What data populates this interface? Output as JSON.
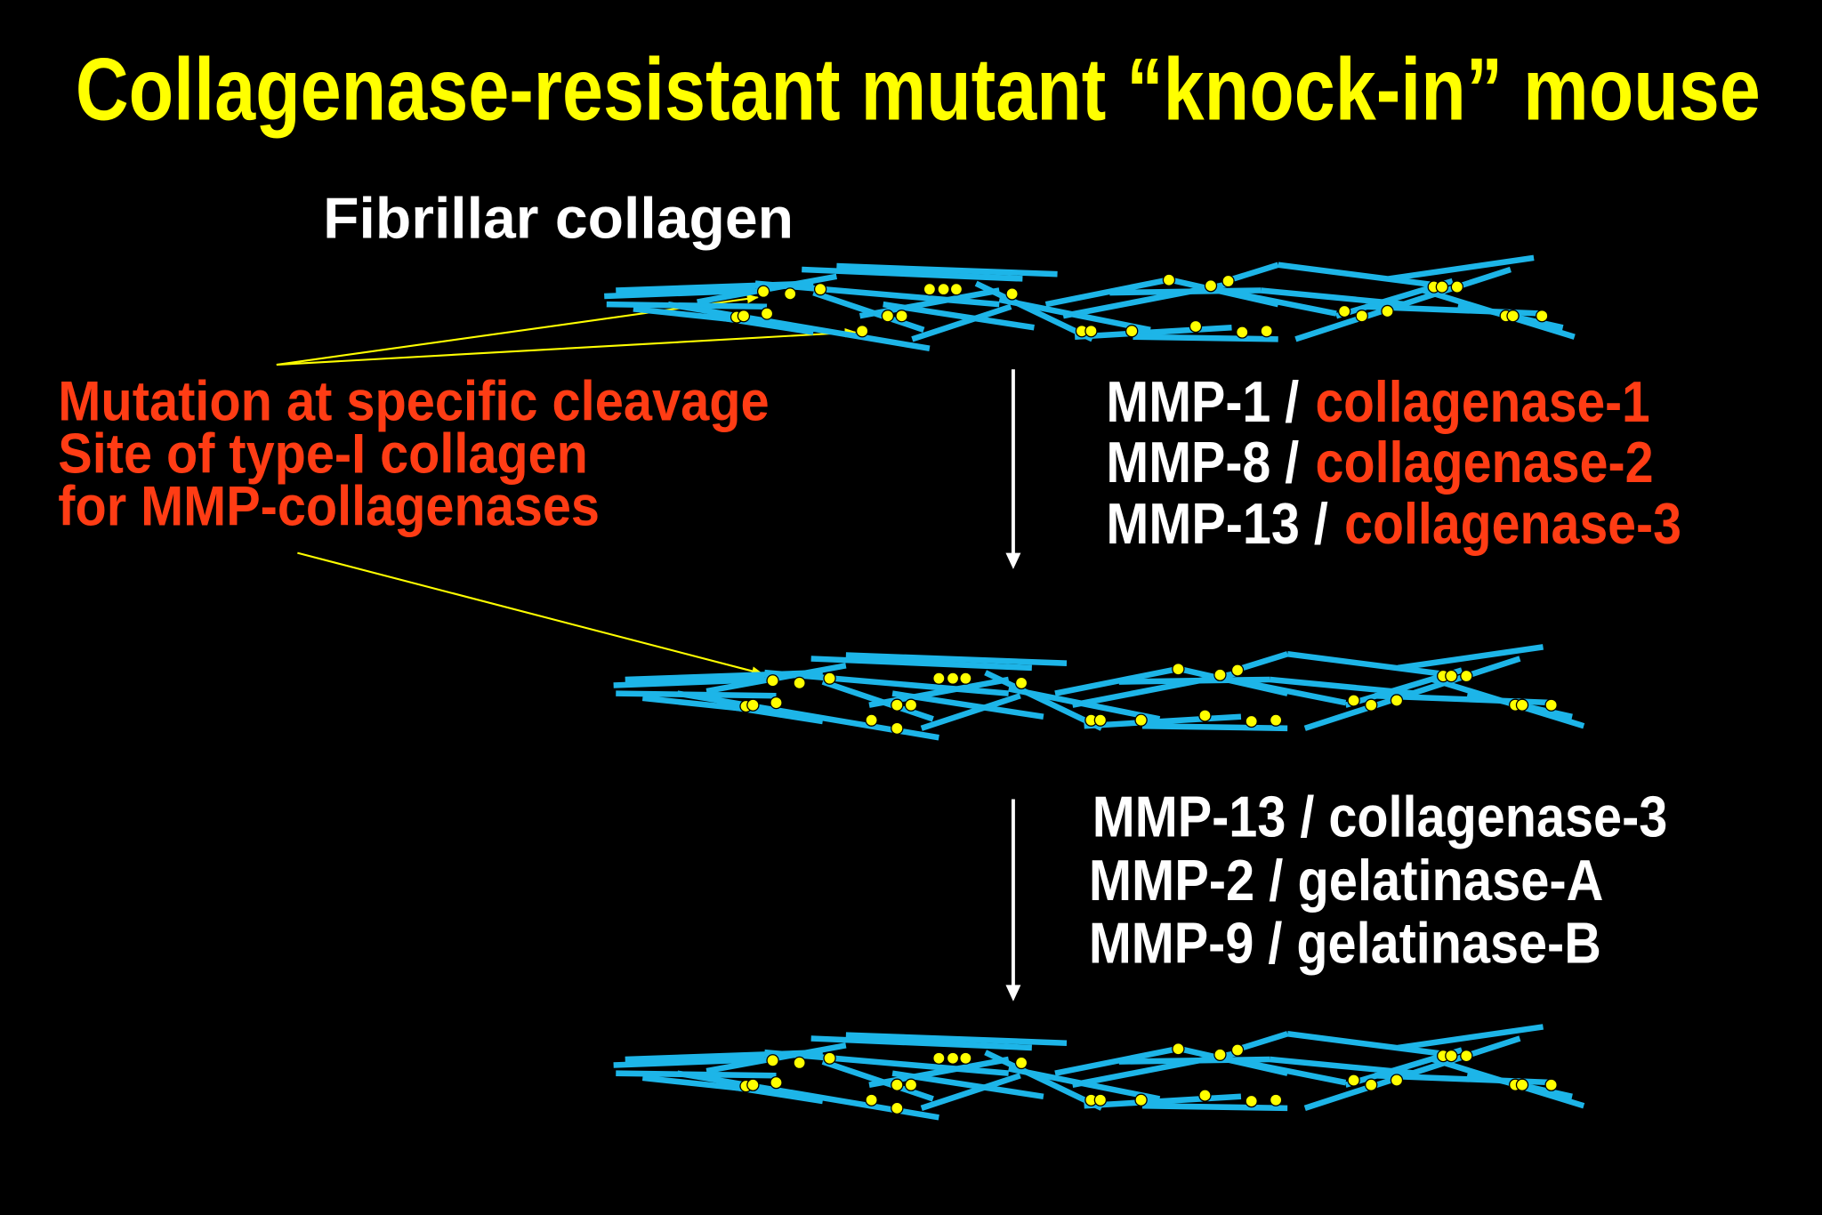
{
  "slide": {
    "title": "Collagenase-resistant mutant “knock-in” mouse",
    "fibrillar_label": "Fibrillar collagen",
    "mutation_note": [
      "Mutation at specific cleavage",
      "Site of type-I collagen",
      "for MMP-collagenases"
    ],
    "step1_enzymes": [
      {
        "enzyme": "MMP-1 /",
        "name": "collagenase-1"
      },
      {
        "enzyme": "MMP-8 /",
        "name": "collagenase-2"
      },
      {
        "enzyme": "MMP-13 /",
        "name": "collagenase-3"
      }
    ],
    "step2_enzymes": [
      "MMP-13 / collagenase-3",
      "MMP-2 / gelatinase-A",
      "MMP-9 / gelatinase-B"
    ]
  },
  "colors": {
    "background": "#000000",
    "title": "#FFFF00",
    "label": "#FFFFFF",
    "highlight": "#FF3C14",
    "collagen": "#1DB5E8",
    "cleavage_site": "#FFFF00",
    "pointer": "#FFFF00",
    "arrow": "#FFFFFF"
  }
}
